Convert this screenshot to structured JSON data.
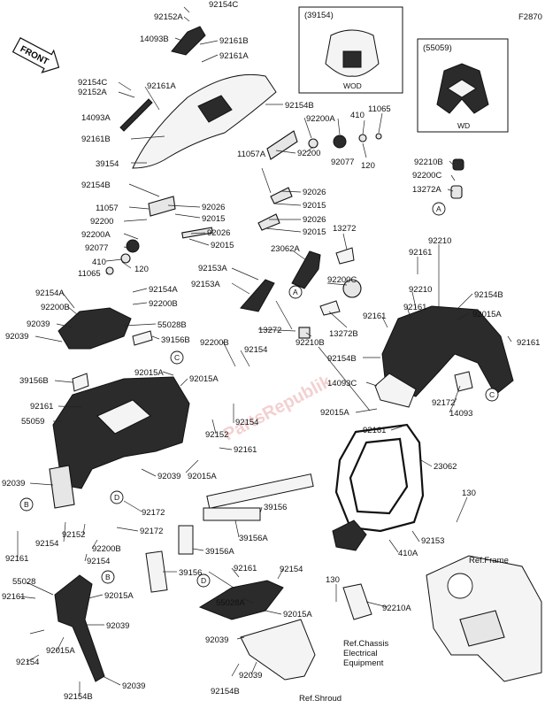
{
  "diagram_code": "F2870",
  "front_label": "FRONT",
  "watermark": "PartsRepublik",
  "inset_1": {
    "code": "(39154)",
    "caption": "WOD"
  },
  "inset_2": {
    "code": "(55059)",
    "caption": "WD"
  },
  "callouts": {
    "b": "B",
    "c": "C",
    "a": "A",
    "d": "D"
  },
  "refs": {
    "frame": "Ref.Frame",
    "chassis_1": "Ref.Chassis",
    "chassis_2": "Electrical",
    "chassis_3": "Equipment",
    "shroud": "Ref.Shroud"
  },
  "labels": {
    "l92154C_top": "92154C",
    "l92152A_top": "92152A",
    "l14093B": "14093B",
    "l92161B_top": "92161B",
    "l92161A_top": "92161A",
    "l92154C_2": "92154C",
    "l92152A_2": "92152A",
    "l92161A_2": "92161A",
    "l14093A": "14093A",
    "l92161B_2": "92161B",
    "l39154": "39154",
    "l92154B_1": "92154B",
    "l11057": "11057",
    "l92200": "92200",
    "l92200A": "92200A",
    "l92077_l": "92077",
    "l410_l": "410",
    "l11065_l": "11065",
    "l92026_1": "92026",
    "l92015_1": "92015",
    "l92026_2": "92026",
    "l92015_2": "92015",
    "l120_l": "120",
    "l92154B_r": "92154B",
    "l92200A_r": "92200A",
    "l410_r": "410",
    "l11065_r": "11065",
    "l11057A": "11057A",
    "l92200_r": "92200",
    "l92077_r": "92077",
    "l120_r": "120",
    "l92026_r1": "92026",
    "l92015_r": "92015",
    "l92026_r2": "92026",
    "l92015_r2": "92015",
    "l92210B": "92210B",
    "l92200C_r": "92200C",
    "l13272A": "13272A",
    "l13272_top": "13272",
    "l23062A": "23062A",
    "l92153A": "92153A",
    "l92153A_2": "92153A",
    "l92200C_mid": "92200C",
    "l92210_top": "92210",
    "l92161_r1": "92161",
    "l92210_r2": "92210",
    "l92154B_r2": "92154B",
    "l92161_r2": "92161",
    "l92015A_r1": "92015A",
    "l92161_r3": "92161",
    "l92161_m": "92161",
    "l13272B": "13272B",
    "l92210B_2": "92210B",
    "l13272_mid": "13272",
    "l92154B_m": "92154B",
    "l14093C": "14093C",
    "l92172_r": "92172",
    "l14093": "14093",
    "l92015A_m": "92015A",
    "l92161_m2": "92161",
    "l92154A_l": "92154A",
    "l92154A_r": "92154A",
    "l92200B_l": "92200B",
    "l92200B_r": "92200B",
    "l55028B": "55028B",
    "l92039_1": "92039",
    "l92039_2": "92039",
    "l39156B_r": "39156B",
    "l39156B_l": "39156B",
    "l92200B_m": "92200B",
    "l92154_m": "92154",
    "l92015A_1": "92015A",
    "l92015A_2": "92015A",
    "l92161_l": "92161",
    "l55059": "55059",
    "l92154_c": "92154",
    "l92152_c": "92152",
    "l92161_c": "92161",
    "l92039_l": "92039",
    "l92039_c": "92039",
    "l92015A_c": "92015A",
    "l92172_l": "92172",
    "l92172_l2": "92172",
    "l92152_l": "92152",
    "l92154_l": "92154",
    "l92161_ll": "92161",
    "l92200B_ll": "92200B",
    "l92154_ll": "92154",
    "l39156": "39156",
    "l39156A_1": "39156A",
    "l39156A_2": "39156A",
    "l23062": "23062",
    "l130_r": "130",
    "l92153": "92153",
    "l410A": "410A",
    "l55028": "55028",
    "l92161_bl": "92161",
    "l92015A_bl": "92015A",
    "l92039_bl": "92039",
    "l92015A_bl2": "92015A",
    "l92154_bl": "92154",
    "l92039_bl2": "92039",
    "l92154B_bl": "92154B",
    "l39156_b": "39156",
    "l92161_b": "92161",
    "l92154_b": "92154",
    "l55028A": "55028A",
    "l92015A_b": "92015A",
    "l92039_b": "92039",
    "l92154B_b": "92154B",
    "l92039_b2": "92039",
    "l130_b": "130",
    "l92210A": "92210A"
  }
}
